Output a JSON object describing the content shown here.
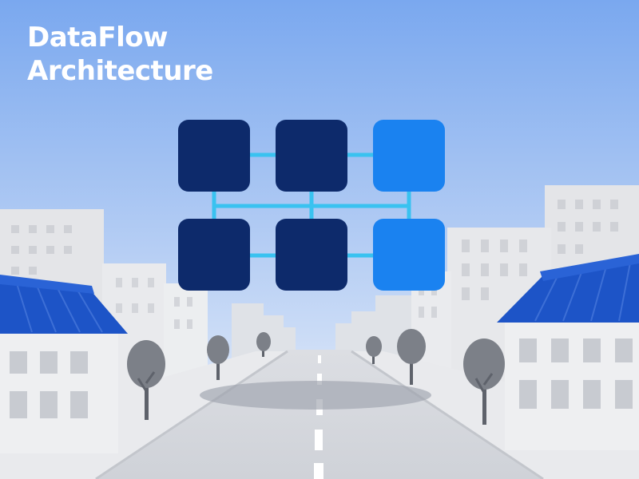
{
  "title": {
    "line1": "DataFlow",
    "line2": "Architecture"
  },
  "colors": {
    "sky_top": "#7aa8ef",
    "sky_bottom": "#e6eefb",
    "node_dark": "#0d2a6b",
    "node_light": "#1a82f0",
    "connector": "#39c2f0",
    "roof": "#1d54c7",
    "building": "#e6e7ea",
    "road": "#d4d6dc",
    "tree": "#7c8088"
  },
  "diagram": {
    "nodes": [
      {
        "id": "node-1",
        "tone": "dark"
      },
      {
        "id": "node-2",
        "tone": "dark"
      },
      {
        "id": "node-3",
        "tone": "light"
      },
      {
        "id": "node-4",
        "tone": "dark"
      },
      {
        "id": "node-5",
        "tone": "dark"
      },
      {
        "id": "node-6",
        "tone": "light"
      }
    ]
  }
}
